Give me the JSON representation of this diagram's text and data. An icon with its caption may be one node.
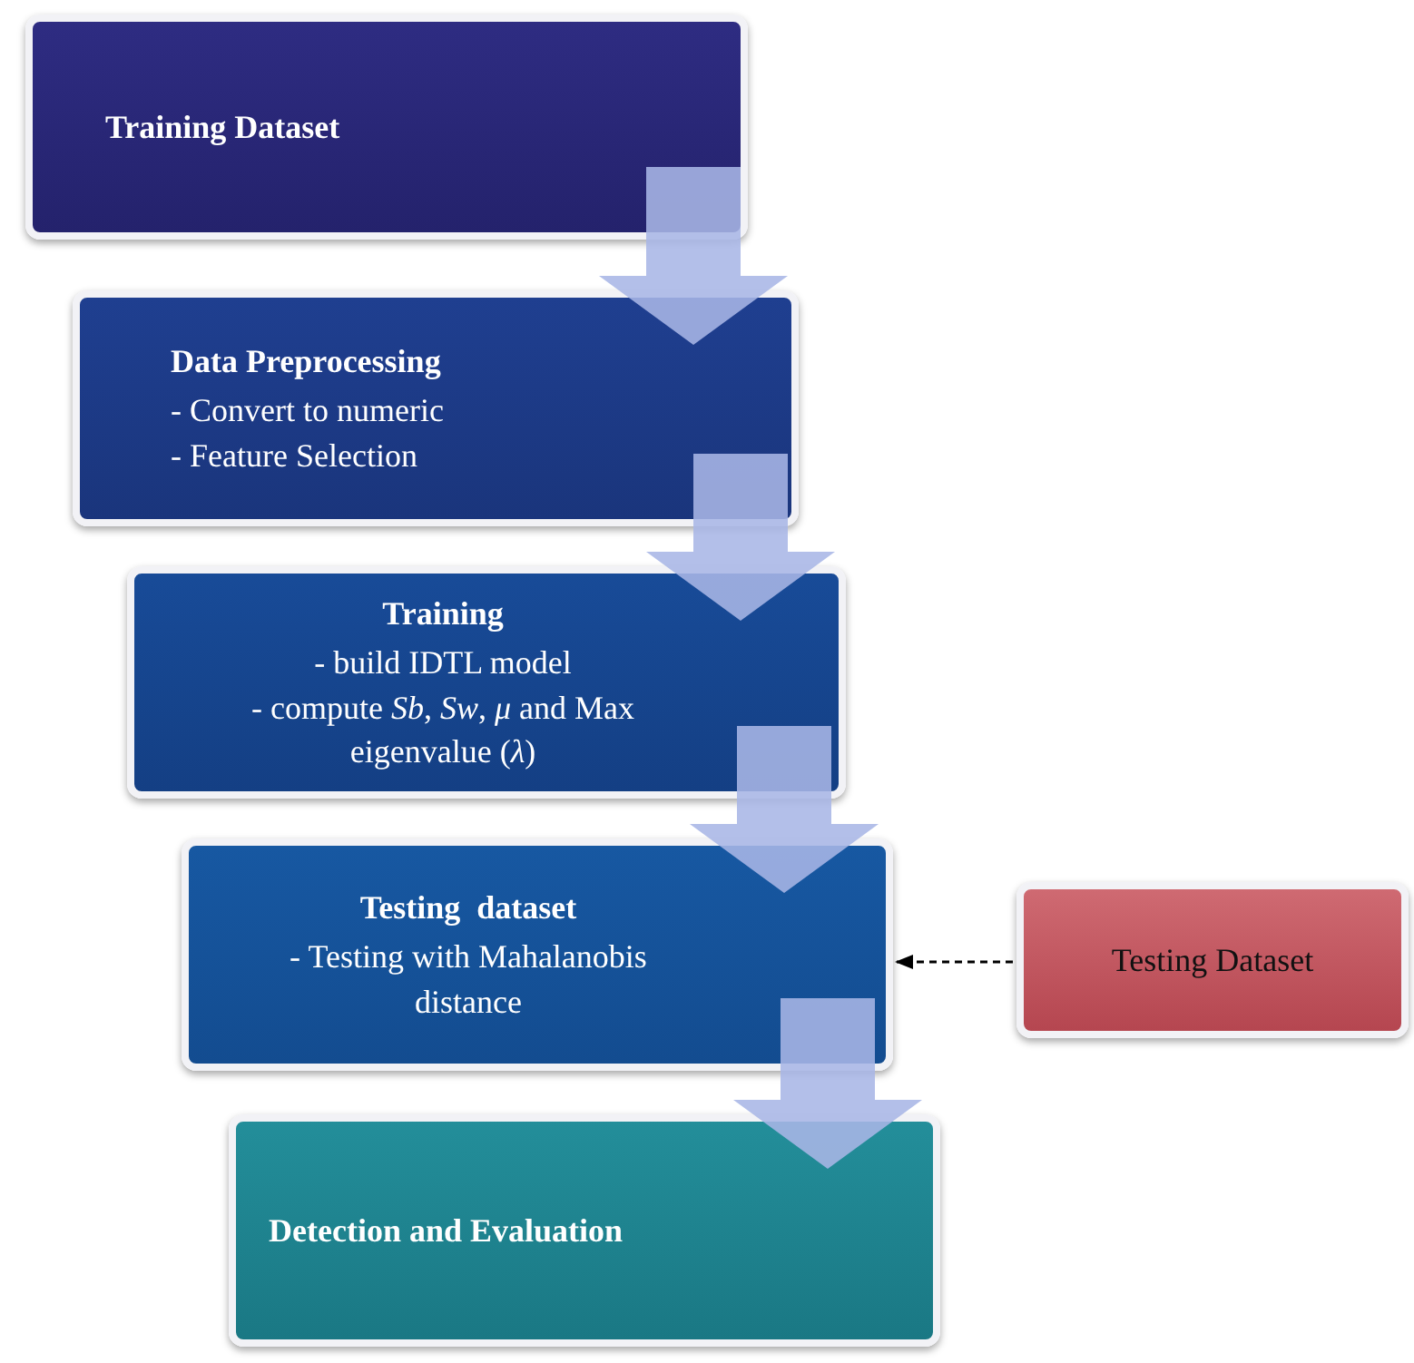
{
  "diagram": {
    "nodes": [
      {
        "text": [
          "Training Dataset"
        ]
      },
      {
        "text": [
          "Data Preprocessing",
          "- Convert to numeric",
          "- Feature Selection"
        ]
      },
      {
        "text": [
          "Training",
          "- build IDTL model",
          "- compute *Sb*, *Sw*, *μ* and Max eigenvalue (*λ*)"
        ]
      },
      {
        "text": [
          "Testing  dataset",
          "- Testing with Mahalanobis distance"
        ]
      },
      {
        "text": [
          "Detection and Evaluation"
        ]
      },
      {
        "text": [
          "Testing Dataset"
        ]
      }
    ],
    "edges": [
      {
        "from": 0,
        "to": 1,
        "arrow": "to",
        "style": "thick"
      },
      {
        "from": 1,
        "to": 2,
        "arrow": "to",
        "style": "thick"
      },
      {
        "from": 2,
        "to": 3,
        "arrow": "to",
        "style": "thick"
      },
      {
        "from": 3,
        "to": 4,
        "arrow": "to",
        "style": "thick"
      },
      {
        "from": 5,
        "to": 3,
        "arrow": "to",
        "style": "dashed"
      }
    ]
  }
}
